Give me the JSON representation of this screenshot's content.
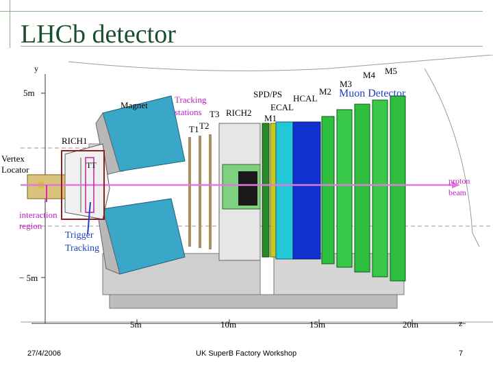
{
  "slide": {
    "title": "LHCb detector",
    "footer_date": "27/4/2006",
    "footer_center": "UK SuperB Factory Workshop",
    "page_number": "7"
  },
  "axes": {
    "y_label": "y",
    "z_label": "z",
    "y_ticks": [
      "5m",
      "− 5m"
    ],
    "z_ticks": [
      "5m",
      "10m",
      "15m",
      "20m"
    ]
  },
  "labels": {
    "magnet": "Magnet",
    "tracking_stations_1": "Tracking",
    "tracking_stations_2": "stations",
    "t1": "T1",
    "t2": "T2",
    "t3": "T3",
    "rich1": "RICH1",
    "rich2": "RICH2",
    "tt": "TT",
    "spd_ps": "SPD/PS",
    "ecal": "ECAL",
    "hcal": "HCAL",
    "m1": "M1",
    "m2": "M2",
    "m3": "M3",
    "m4": "M4",
    "m5": "M5",
    "muon_detector": "Muon Detector",
    "vertex_1": "Vertex",
    "vertex_2": "Locator",
    "interaction_1": "interaction",
    "interaction_2": "region",
    "trigger_1": "Trigger",
    "trigger_2": "Tracking",
    "proton_1": "proton",
    "proton_2": "beam"
  },
  "colors": {
    "title": "#1a4d2e",
    "magenta_annotation": "#e020c0",
    "blue_annotation": "#2040c0",
    "tt_annotation": "#8a2020",
    "magnet_blue": "#3aa6c8",
    "ecal_blue": "#1030d0",
    "hcal_cyan": "#20c8d8",
    "muon_green": "#2fbf3f",
    "rich2_green": "#7fd07f",
    "beam": "#e07ae0"
  }
}
